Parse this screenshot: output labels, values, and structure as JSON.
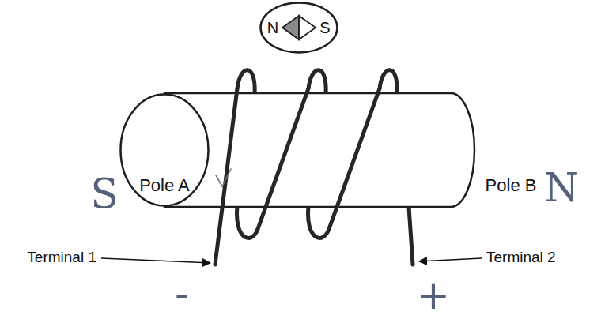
{
  "diagram": {
    "nodes": [
      {
        "text": [
          "N",
          "S"
        ]
      },
      {
        "text": [
          "Pole A"
        ]
      }
    ],
    "labels": [
      "Pole B",
      "Terminal 1",
      "Terminal 2",
      "S",
      "N",
      "-",
      "+"
    ]
  }
}
